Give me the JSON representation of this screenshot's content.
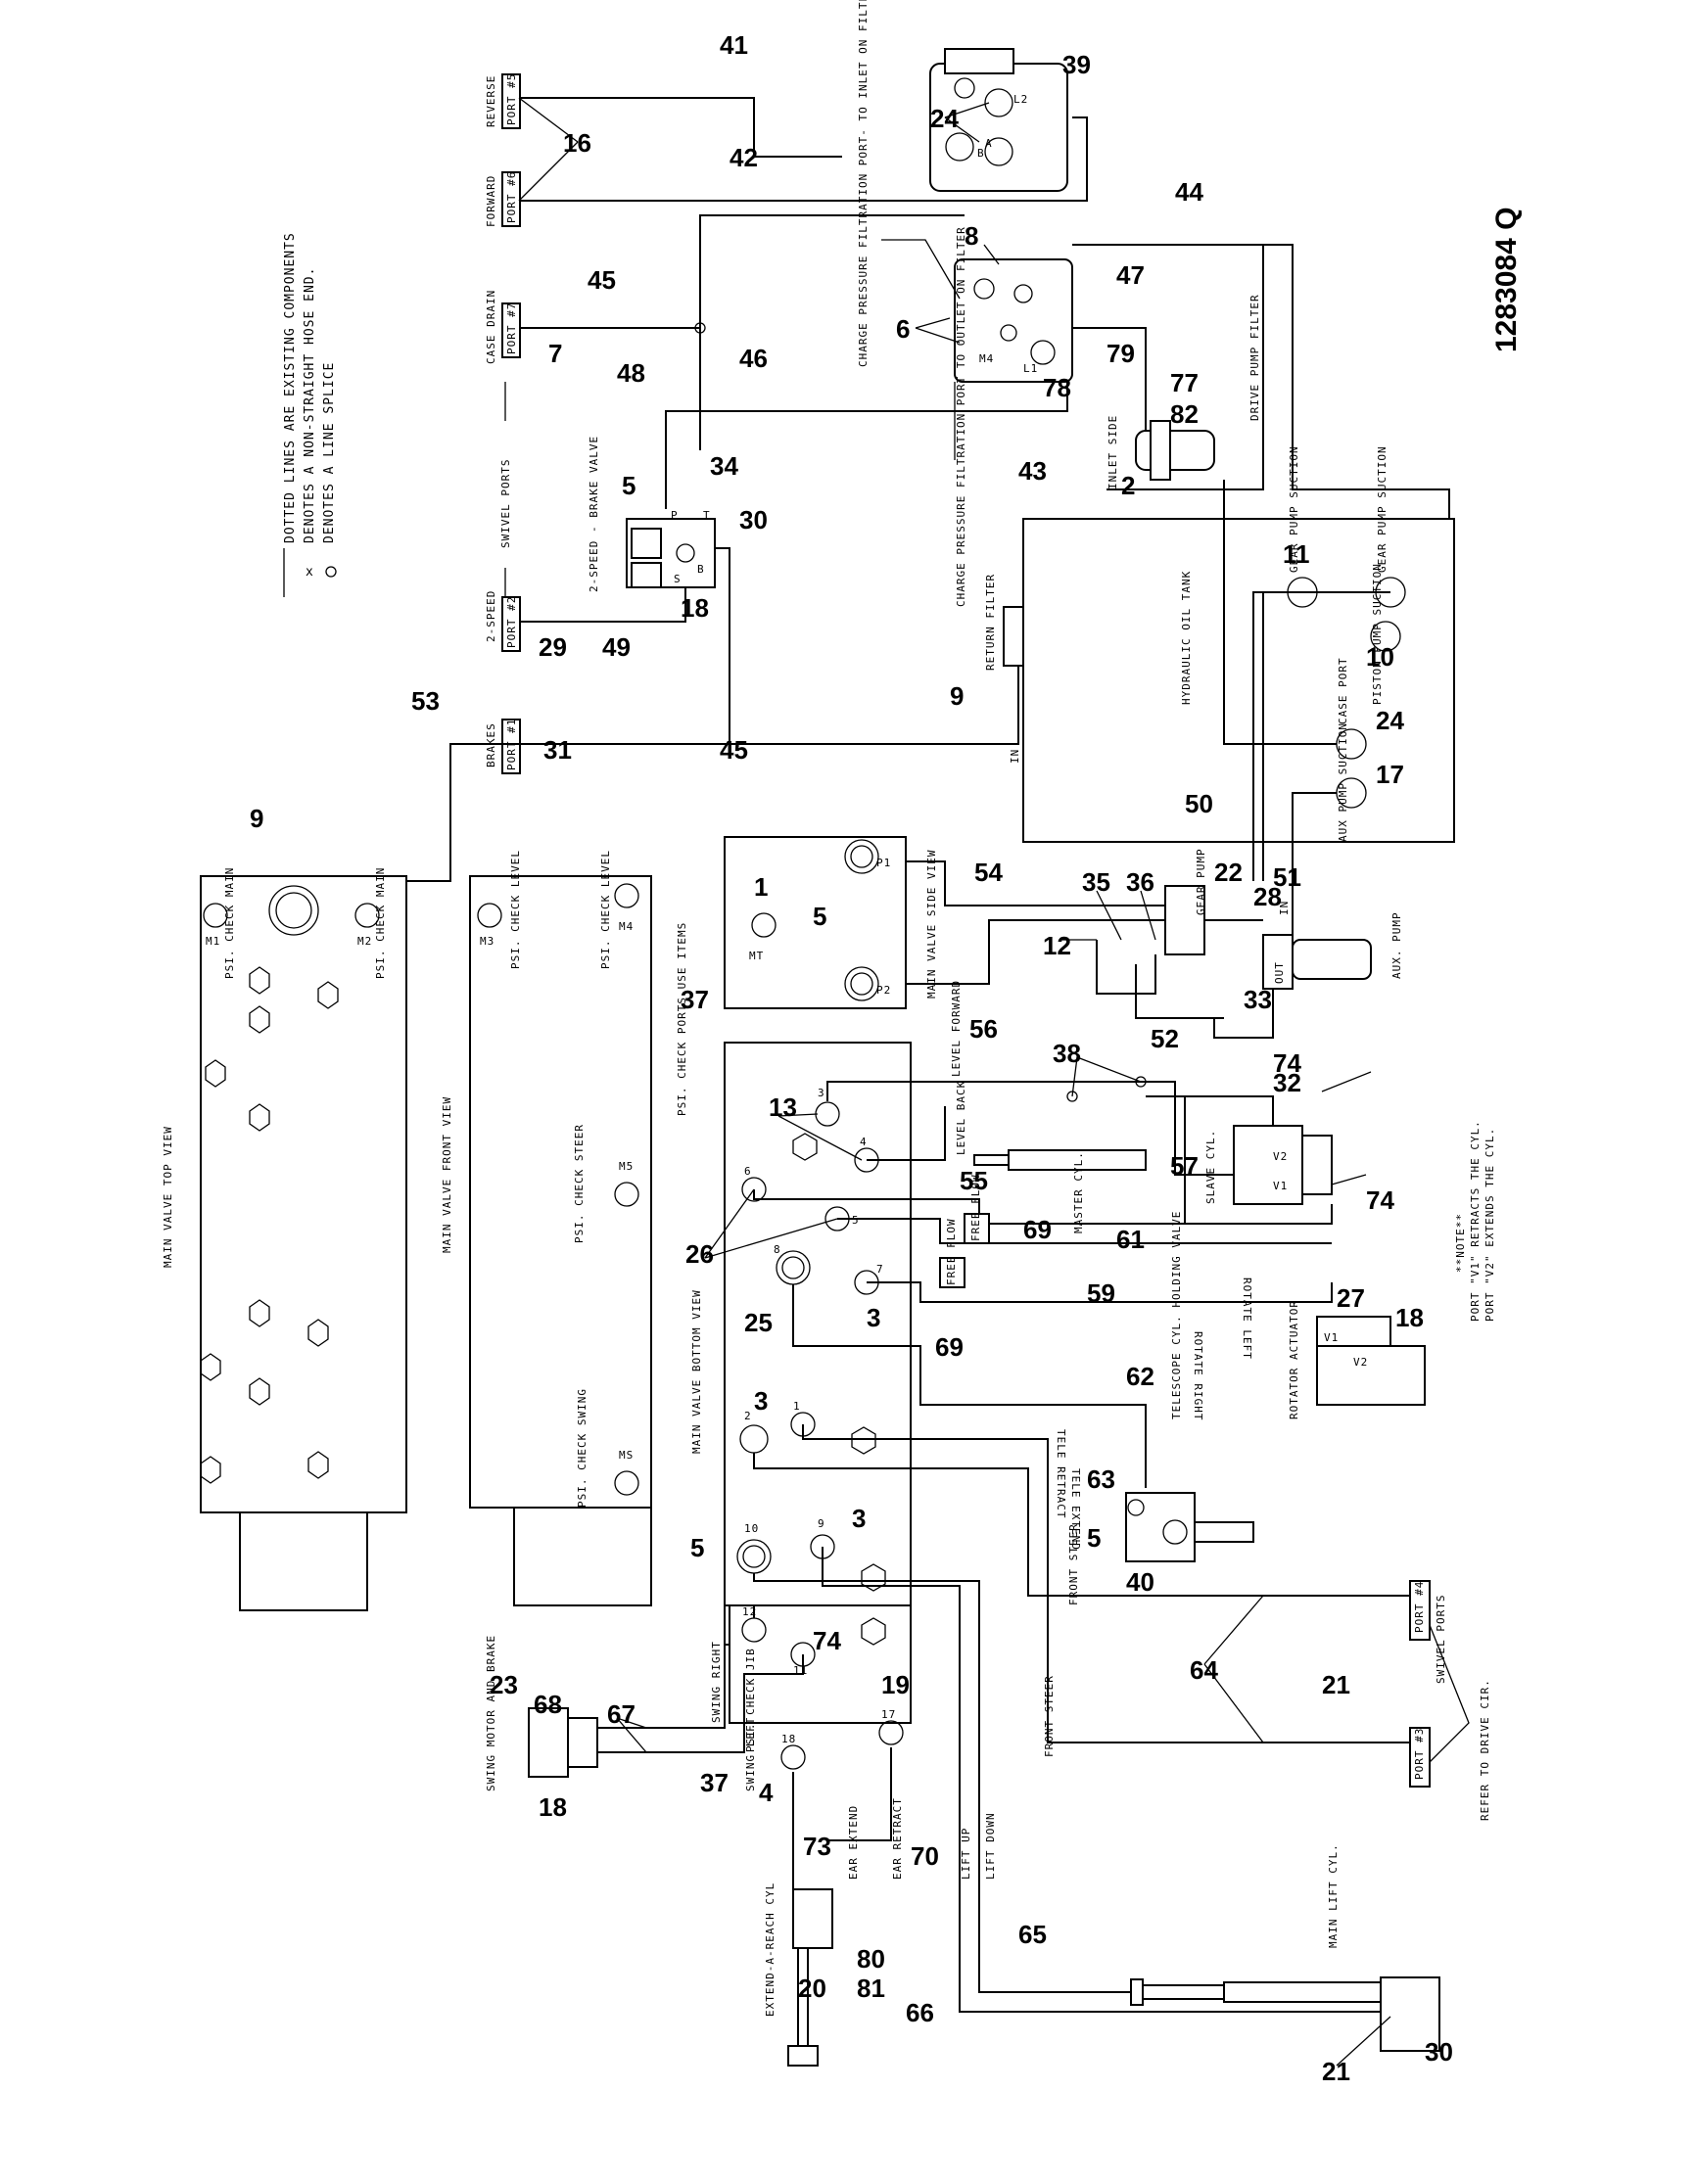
{
  "drawing_number": "1283084 Q",
  "legend": {
    "line1": "DOTTED LINES ARE EXISTING COMPONENTS",
    "line2": "DENOTES A NON-STRAIGHT HOSE END.",
    "line3": "DENOTES A LINE SPLICE"
  },
  "swivel_ports_header": "SWIVEL PORTS",
  "ports": {
    "reverse": "REVERSE",
    "port5": "PORT #5",
    "forward": "FORWARD",
    "port6": "PORT #6",
    "case_drain": "CASE DRAIN",
    "port7": "PORT #7",
    "two_speed": "2-SPEED",
    "port2": "PORT #2",
    "brakes": "BRAKES",
    "port1": "PORT #1",
    "port4": "PORT #4",
    "port3": "PORT #3",
    "swivel_ports": "SWIVEL PORTS",
    "refer": "REFER TO DRIVE CIR."
  },
  "components": {
    "two_speed_brake_valve": "2-SPEED - BRAKE VALVE",
    "charge_pressure_1": "CHARGE PRESSURE FILTRATION PORT- TO INLET ON FILTER",
    "charge_pressure_2": "CHARGE PRESSURE FILTRATION PORT TO OUTLET ON FILTER",
    "drive_pump_filter": "DRIVE PUMP FILTER",
    "inlet_side": "INLET SIDE",
    "return_filter": "RETURN FILTER",
    "in": "IN",
    "hydraulic_oil_tank": "HYDRAULIC OIL TANK",
    "gear_pump_suction_1": "GEAR PUMP SUCTION",
    "gear_pump_suction_2": "GEAR PUMP SUCTION",
    "piston_pump_suction": "PISTON PUMP SUCTION",
    "case_port": "CASE PORT",
    "aux_pump_suction": "AUX PUMP SUCTION",
    "main_valve_top_view": "MAIN VALVE TOP VIEW",
    "main_valve_front_view": "MAIN VALVE FRONT VIEW",
    "main_valve_side_view": "MAIN VALVE SIDE VIEW",
    "main_valve_bottom_view": "MAIN VALVE BOTTOM VIEW",
    "psi_check_ports": "PSI. CHECK PORTS USE ITEMS",
    "gear_pump": "GEAR PUMP",
    "aux_pump": "AUX. PUMP",
    "out": "OUT",
    "master_cyl": "MASTER CYL.",
    "slave_cyl": "SLAVE CYL.",
    "note": "**NOTE**",
    "note_v1": "PORT \"V1\" RETRACTS THE CYL.",
    "note_v2": "PORT \"V2\" EXTENDS THE CYL.",
    "rotator_actuator": "ROTATOR ACTUATOR",
    "telescope_cyl": "TELESCOPE CYL. HOLDING VALVE",
    "swing_motor": "SWING MOTOR AND BRAKE",
    "extend_a_reach": "EXTEND-A-REACH CYL",
    "main_lift_cyl": "MAIN LIFT CYL.",
    "free_flow_1": "FREE FLOW",
    "free_flow_2": "FREE FLOW"
  },
  "line_labels": {
    "level_forward": "LEVEL FORWARD",
    "level_back": "LEVEL BACK",
    "rotate_left": "ROTATE LEFT",
    "rotate_right": "ROTATE RIGHT",
    "tele_retract": "TELE RETRACT",
    "tele_extend": "TELE EXTEND",
    "front_steer_1": "FRONT STEER",
    "front_steer_2": "FRONT STEER",
    "swing_right": "SWING RIGHT",
    "swing_left": "SWING LEFT",
    "ear_extend": "EAR EXTEND",
    "ear_retract": "EAR RETRACT",
    "lift_up": "LIFT UP",
    "lift_down": "LIFT DOWN"
  },
  "check_ports": {
    "m1": "M1",
    "m2": "M2",
    "m3": "M3",
    "m4": "M4",
    "m5": "M5",
    "ms": "MS",
    "mt": "MT",
    "psi_check_main_1": "PSI. CHECK MAIN",
    "psi_check_main_2": "PSI. CHECK MAIN",
    "psi_check_level_1": "PSI. CHECK LEVEL",
    "psi_check_level_2": "PSI. CHECK LEVEL",
    "psi_check_steer": "PSI. CHECK STEER",
    "psi_check_swing": "PSI. CHECK SWING",
    "psi_check_jib": "PSI. CHECK JIB",
    "p1": "P1",
    "p2": "P2"
  },
  "callouts": {
    "c41": "41",
    "c39": "39",
    "c16": "16",
    "c24a": "24",
    "c42": "42",
    "c44": "44",
    "c8": "8",
    "c47": "47",
    "c45a": "45",
    "c6": "6",
    "c7": "7",
    "c48": "48",
    "c46": "46",
    "c79": "79",
    "c78": "78",
    "c77": "77",
    "c82": "82",
    "c5a": "5",
    "c34": "34",
    "c43": "43",
    "c2": "2",
    "c30a": "30",
    "c11": "11",
    "c18a": "18",
    "c29": "29",
    "c49": "49",
    "c10": "10",
    "c53": "53",
    "c9a": "9",
    "c31": "31",
    "c45b": "45",
    "c24b": "24",
    "c17": "17",
    "c50": "50",
    "c9b": "9",
    "c51": "51",
    "c1": "1",
    "c5b": "5",
    "c54": "54",
    "c22": "22",
    "c35": "35",
    "c36": "36",
    "c28": "28",
    "c12": "12",
    "c33": "33",
    "c52": "52",
    "c37a": "37",
    "c56": "56",
    "c38": "38",
    "c74a": "74",
    "c32": "32",
    "c13": "13",
    "c55": "55",
    "c57": "57",
    "c74b": "74",
    "c69a": "69",
    "c26": "26",
    "c61": "61",
    "c25": "25",
    "c3a": "3",
    "c59": "59",
    "c27": "27",
    "c18b": "18",
    "c69b": "69",
    "c62": "62",
    "c3b": "3",
    "c63": "63",
    "c5c": "5",
    "c3c": "3",
    "c40": "40",
    "c74c": "74",
    "c23": "23",
    "c68": "68",
    "c21a": "21",
    "c64": "64",
    "c67": "67",
    "c19": "19",
    "c37b": "37",
    "c4": "4",
    "c18c": "18",
    "c73": "73",
    "c70": "70",
    "c20": "20",
    "c80": "80",
    "c81": "81",
    "c65": "65",
    "c66": "66",
    "c21b": "21",
    "c30b": "30"
  },
  "bottom_ports": {
    "b1": "1",
    "b2": "2",
    "b3": "3",
    "b4": "4",
    "b5": "5",
    "b6": "6",
    "b7": "7",
    "b8": "8",
    "b9": "9",
    "b10": "10",
    "b11": "11",
    "b12": "12",
    "b17": "17",
    "b18": "18"
  },
  "pump_marks": {
    "a": "A",
    "b": "B",
    "l2": "L2",
    "l1": "L1",
    "m4": "M4",
    "b2": "B",
    "s": "S",
    "p": "P",
    "t": "T"
  }
}
